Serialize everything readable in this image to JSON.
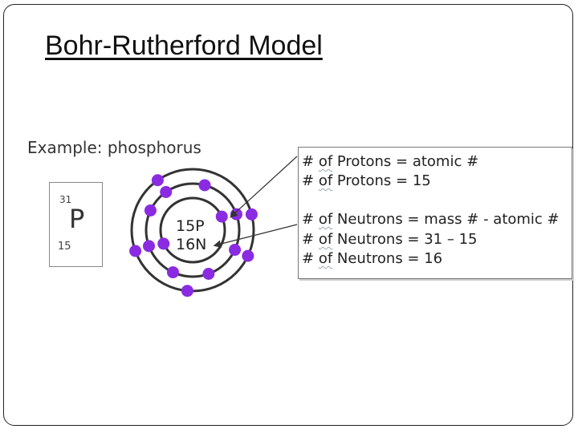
{
  "slide": {
    "title": "Bohr-Rutherford Model",
    "example_label": "Example: phosphorus"
  },
  "element": {
    "mass_number": "31",
    "symbol": "P",
    "atomic_number": "15"
  },
  "atom": {
    "nucleus_protons": "15P",
    "nucleus_neutrons": "16N",
    "shells": [
      2,
      8,
      5
    ],
    "electron_color": "#8a2be2"
  },
  "info": {
    "lines": [
      {
        "pre": "# ",
        "of": "of",
        "post": " Protons = atomic #"
      },
      {
        "pre": "# ",
        "of": "of",
        "post": " Protons = 15"
      },
      {
        "pre": "# ",
        "of": "of",
        "post": " Neutrons = mass # - atomic #"
      },
      {
        "pre": "# ",
        "of": "of",
        "post": " Neutrons = 31 – 15"
      },
      {
        "pre": "# ",
        "of": "of",
        "post": " Neutrons = 16"
      }
    ]
  }
}
